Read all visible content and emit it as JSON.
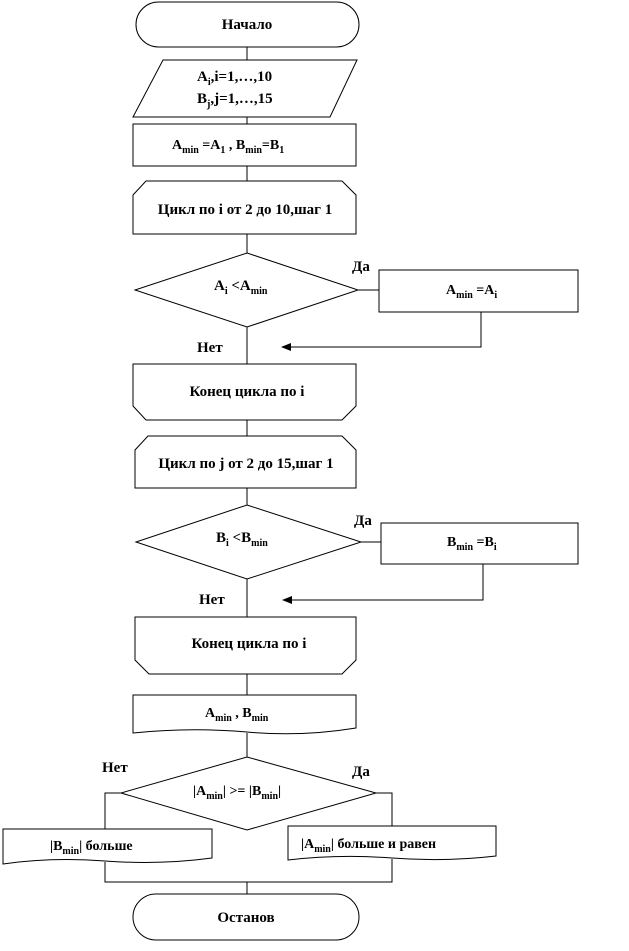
{
  "start": {
    "label": "Начало"
  },
  "input": {
    "line1": [
      "A",
      "i",
      ",i=1,…,10"
    ],
    "line2": [
      "B",
      "j",
      ",j=1,…,15"
    ]
  },
  "init": {
    "parts": [
      "A",
      "min",
      " =A",
      "1",
      " , B",
      "min",
      "=B",
      "1"
    ]
  },
  "loop1": {
    "label": "Цикл по i от 2 до 10,шаг 1"
  },
  "cond1": {
    "parts": [
      "A",
      "i",
      " <A",
      "min"
    ],
    "yes": "Да",
    "no": "Нет"
  },
  "assign1": {
    "parts": [
      "A",
      "min",
      " =A",
      "i"
    ]
  },
  "endloop1": {
    "label": "Конец цикла по i"
  },
  "loop2": {
    "label": "Цикл по j от 2 до 15,шаг 1"
  },
  "cond2": {
    "parts": [
      "B",
      "i",
      " <B",
      "min"
    ],
    "yes": "Да",
    "no": "Нет"
  },
  "assign2": {
    "parts": [
      "B",
      "min",
      " =B",
      "i"
    ]
  },
  "endloop2": {
    "label": "Конец цикла по i"
  },
  "output": {
    "parts": [
      "A",
      "min",
      " , B",
      "min"
    ]
  },
  "cond3": {
    "parts": [
      "|A",
      "min",
      "| >= |B",
      "min",
      "|"
    ],
    "yes": "Да",
    "no": "Нет"
  },
  "out_no": {
    "parts": [
      "|B",
      "min",
      "| больше"
    ]
  },
  "out_yes": {
    "parts": [
      "|A",
      "min",
      "| больше и равен"
    ]
  },
  "stop": {
    "label": "Останов"
  }
}
